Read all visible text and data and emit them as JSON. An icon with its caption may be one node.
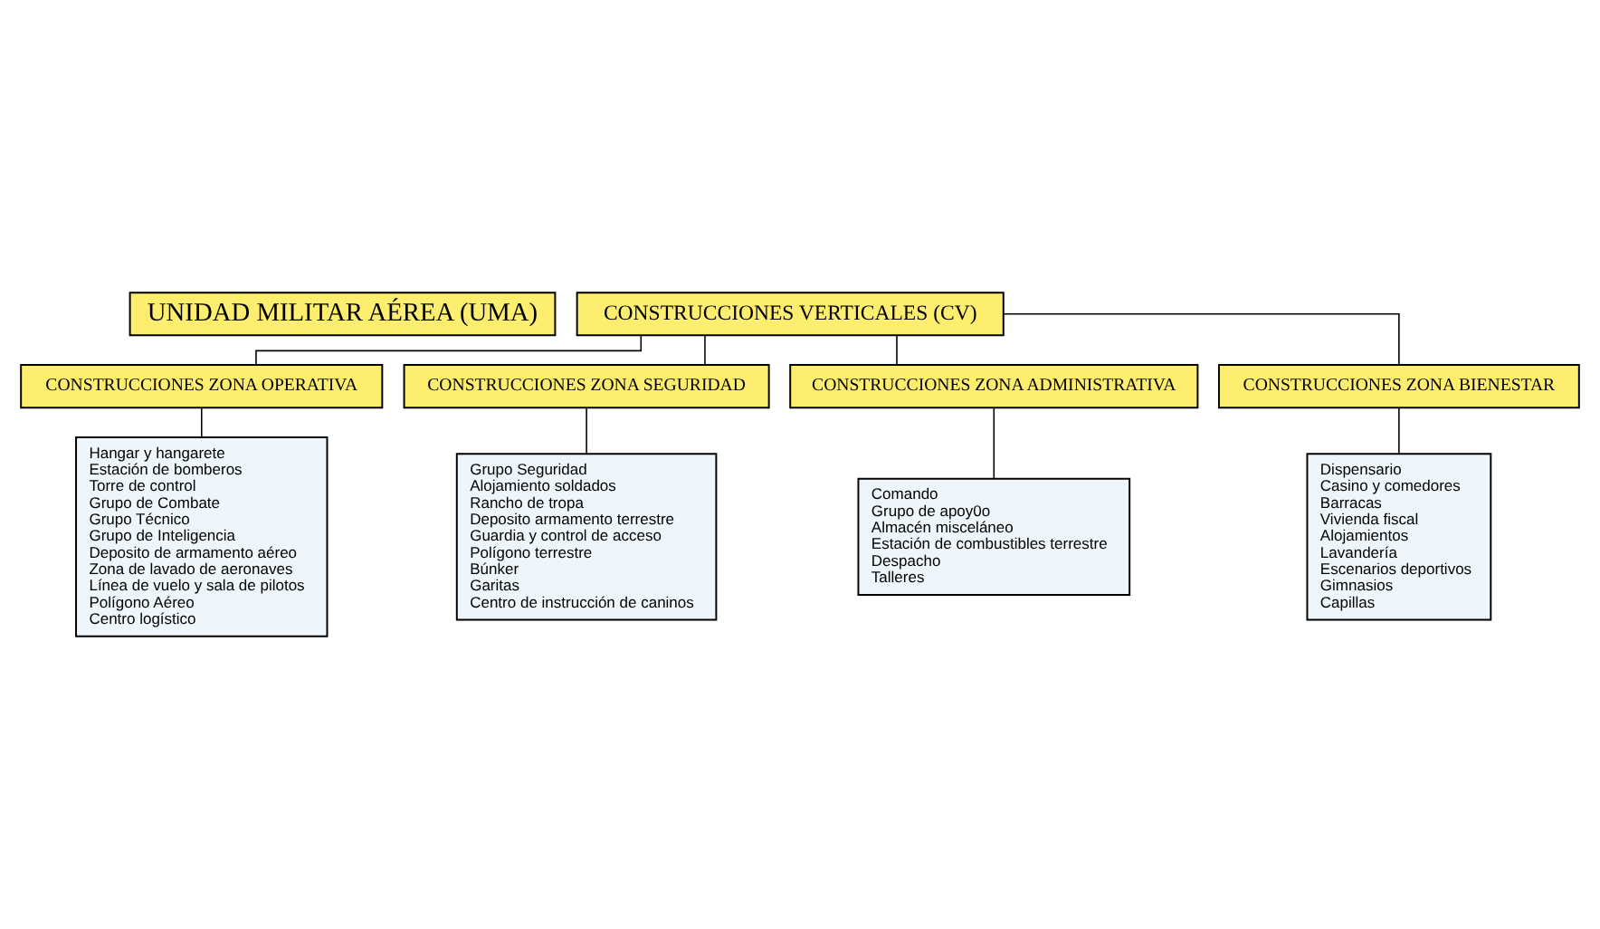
{
  "diagram": {
    "nodes": [
      {
        "text": [
          "UNIDAD MILITAR AÉREA (UMA)"
        ]
      },
      {
        "text": [
          "CONSTRUCCIONES VERTICALES (CV)"
        ]
      },
      {
        "text": [
          "CONSTRUCCIONES ZONA OPERATIVA"
        ]
      },
      {
        "text": [
          "CONSTRUCCIONES ZONA SEGURIDAD"
        ]
      },
      {
        "text": [
          "CONSTRUCCIONES ZONA ADMINISTRATIVA"
        ]
      },
      {
        "text": [
          "CONSTRUCCIONES ZONA BIENESTAR"
        ]
      },
      {
        "text": [
          "Hangar y hangarete",
          "Estación de bomberos",
          "Torre de control",
          "Grupo de Combate",
          "Grupo Técnico",
          "Grupo de Inteligencia",
          "Deposito de armamento aéreo",
          "Zona de lavado de aeronaves",
          "Línea de vuelo y sala de pilotos",
          "Polígono Aéreo",
          "Centro logístico"
        ]
      },
      {
        "text": [
          "Grupo Seguridad",
          "Alojamiento soldados",
          "Rancho de tropa",
          "Deposito armamento terrestre",
          "Guardia y control de acceso",
          "Polígono terrestre",
          "Búnker",
          "Garitas",
          "Centro de instrucción de caninos"
        ]
      },
      {
        "text": [
          "Comando",
          "Grupo de apoy0o",
          "Almacén misceláneo",
          "Estación de combustibles terrestre",
          "Despacho",
          "Talleres"
        ]
      },
      {
        "text": [
          "Dispensario",
          "Casino y comedores",
          "Barracas",
          "Vivienda fiscal",
          "Alojamientos",
          "Lavandería",
          "Escenarios deportivos",
          "Gimnasios",
          "Capillas"
        ]
      }
    ],
    "edges": [
      {
        "from": 1,
        "to": 2,
        "arrow": "none"
      },
      {
        "from": 1,
        "to": 3,
        "arrow": "none"
      },
      {
        "from": 1,
        "to": 4,
        "arrow": "none"
      },
      {
        "from": 1,
        "to": 5,
        "arrow": "none"
      },
      {
        "from": 2,
        "to": 6,
        "arrow": "none"
      },
      {
        "from": 3,
        "to": 7,
        "arrow": "none"
      },
      {
        "from": 4,
        "to": 8,
        "arrow": "none"
      },
      {
        "from": 5,
        "to": 9,
        "arrow": "none"
      }
    ]
  }
}
